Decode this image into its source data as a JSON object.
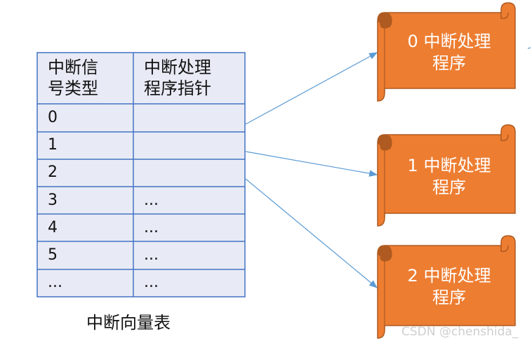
{
  "table": {
    "header": [
      "中断信\n号类型",
      "中断处理\n程序指针"
    ],
    "header_col1": [
      "中断信",
      "号类型"
    ],
    "header_col2": [
      "中断处理",
      "程序指针"
    ],
    "rows": [
      [
        "0",
        ""
      ],
      [
        "1",
        ""
      ],
      [
        "2",
        ""
      ],
      [
        "3",
        "..."
      ],
      [
        "4",
        "..."
      ],
      [
        "5",
        "..."
      ],
      [
        "...",
        "..."
      ]
    ]
  },
  "caption": "中断向量表",
  "handlers": [
    {
      "line1": "0 中断处理",
      "line2": "程序"
    },
    {
      "line1": "1 中断处理",
      "line2": "程序"
    },
    {
      "line1": "2 中断处理",
      "line2": "程序"
    }
  ],
  "watermark": "CSDN @chenshida_",
  "colors": {
    "table_fill": "#e8ebf5",
    "table_border": "#4472c4",
    "scroll_fill": "#ed7d31",
    "scroll_dark": "#ae5a21",
    "arrow": "#5b9bd5"
  }
}
